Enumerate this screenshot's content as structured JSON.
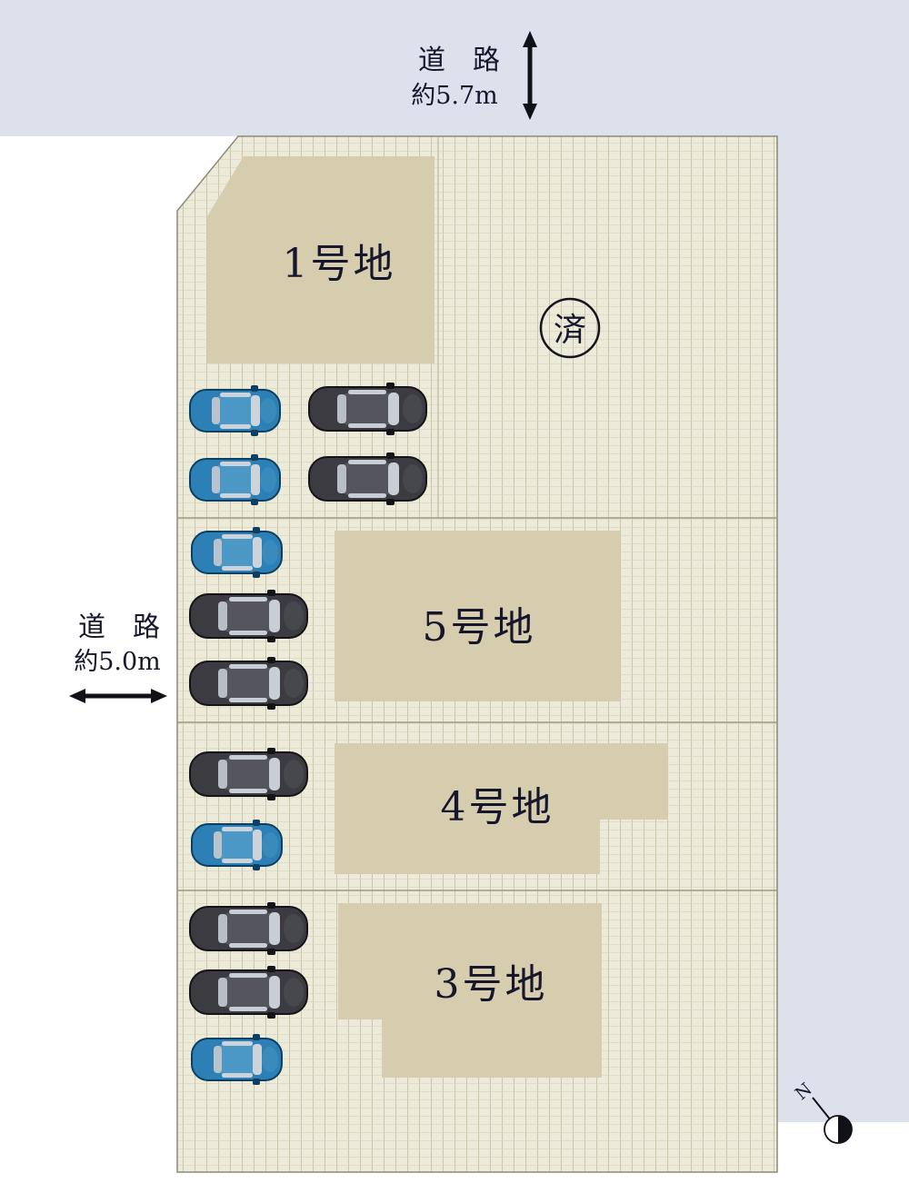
{
  "roads": {
    "top": {
      "name": "道　路",
      "width": "約5.7m"
    },
    "left": {
      "name": "道　路",
      "width": "約5.0m"
    }
  },
  "lots": [
    {
      "label": "1号地"
    },
    {
      "label": "5号地"
    },
    {
      "label": "4号地"
    },
    {
      "label": "3号地"
    }
  ],
  "badge": {
    "sold": "済"
  },
  "compass": {
    "label": "N"
  },
  "colors": {
    "band": "#dce1ec",
    "plot_background": "#ecead9",
    "building": "#d6cdae",
    "car_blue": "#2d80b6",
    "car_dark": "#3b3b41",
    "ink": "#16162c"
  }
}
